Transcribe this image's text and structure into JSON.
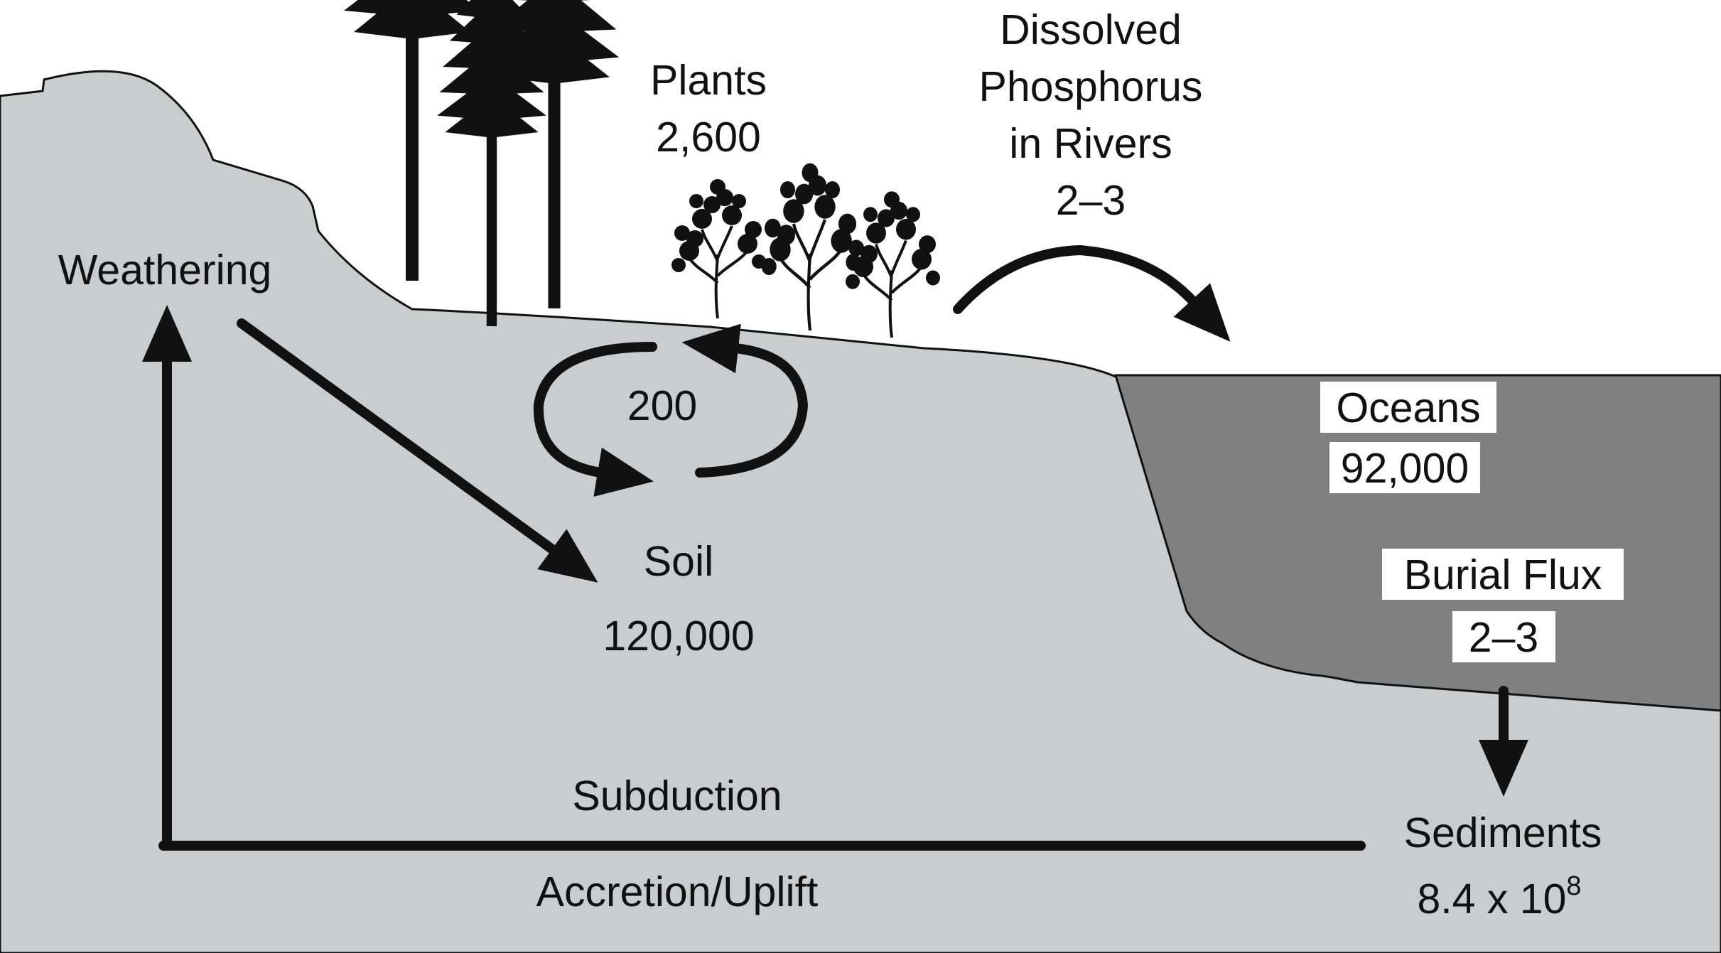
{
  "diagram": {
    "title": "Phosphorus cycle",
    "pools": {
      "plants": {
        "name": "Plants",
        "value": "2,600"
      },
      "soil": {
        "name": "Soil",
        "value": "120,000"
      },
      "oceans": {
        "name": "Oceans",
        "value": "92,000"
      },
      "sediments": {
        "name": "Sediments",
        "value_base": "8.4 x 10",
        "value_exponent": "8"
      }
    },
    "fluxes": {
      "weathering": {
        "name": "Weathering"
      },
      "soil_plant_cycle": {
        "value": "200"
      },
      "rivers": {
        "line1": "Dissolved",
        "line2": "Phosphorus",
        "line3": "in Rivers",
        "value": "2–3"
      },
      "burial": {
        "name": "Burial Flux",
        "value": "2–3"
      },
      "subduction": {
        "name": "Subduction"
      },
      "uplift": {
        "name": "Accretion/Uplift"
      }
    },
    "colors": {
      "land": "#cbcccd",
      "ocean": "#808080",
      "outline": "#111111",
      "label_box": "#ffffff"
    }
  }
}
